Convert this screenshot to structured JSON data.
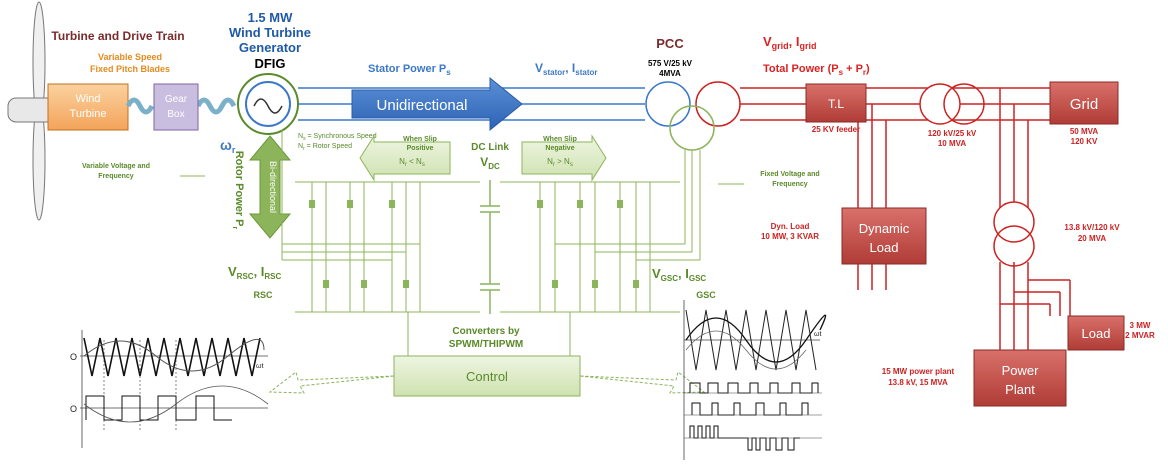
{
  "colors": {
    "blue": "#3c78c8",
    "darkblue": "#2a5caa",
    "green": "#8cb45a",
    "darkgreen": "#5a8a2a",
    "red": "#cc2222",
    "boxred": "#c0504d",
    "orange": "#e68a1e",
    "purple": "#b9a9d3",
    "navy": "#1f3b7a"
  },
  "headers": {
    "turbine_drive_train": "Turbine and Drive Train",
    "wt_line1": "1.5 MW",
    "wt_line2": "Wind Turbine",
    "wt_line3": "Generator",
    "dfig": "DFIG",
    "pcc": "PCC",
    "vgrid": "V",
    "vgrid_sub": "grid",
    "igrid": ", I",
    "igrid_sub": "grid"
  },
  "turbine": {
    "variable_speed": "Variable Speed",
    "fixed_pitch": "Fixed Pitch Blades",
    "box_line1": "Wind",
    "box_line2": "Turbine",
    "gear_line1": "Gear",
    "gear_line2": "Box",
    "omega": "ω",
    "omega_sub": "r"
  },
  "stator": {
    "power_label": "Stator Power P",
    "power_sub": "s",
    "arrow_label": "Unidirectional",
    "v": "V",
    "v_sub": "stator",
    "i": ", I",
    "i_sub": "stator"
  },
  "pcc": {
    "rating_line1": "575 V/25 kV",
    "rating_line2": "4MVA"
  },
  "grid_side": {
    "total_power": "Total Power (P",
    "tp_sub1": "s",
    "tp_mid": " + P",
    "tp_sub2": "r",
    "tp_end": ")",
    "tl": "T.L",
    "feeder": "25 KV feeder",
    "tr1_line1": "120 kV/25 kV",
    "tr1_line2": "10 MVA",
    "grid": "Grid",
    "grid_r1": "50 MVA",
    "grid_r2": "120 KV",
    "dyn_line1": "Dyn. Load",
    "dyn_line2": "10 MW, 3 KVAR",
    "dyn_box1": "Dynamic",
    "dyn_box2": "Load",
    "tr2_line1": "13.8 kV/120 kV",
    "tr2_line2": "20 MVA",
    "load": "Load",
    "load_r1": "3 MW",
    "load_r2": "2 MVAR",
    "pp_box1": "Power",
    "pp_box2": "Plant",
    "pp_line1": "15 MW power plant",
    "pp_line2": "13.8 kV, 15 MVA"
  },
  "converter": {
    "ns_line": "N",
    "ns_sub": "s",
    "ns_text": " = Synchronous Speed",
    "nr_line": "N",
    "nr_sub": "r",
    "nr_text": " = Rotor Speed",
    "slip_pos1": "When Slip",
    "slip_pos2": "Positive",
    "slip_pos3": "N",
    "slip_pos3_sub": "r",
    "slip_pos3_mid": " < N",
    "slip_pos3_sub2": "s",
    "slip_neg1": "When Slip",
    "slip_neg2": "Negative",
    "slip_neg3": "N",
    "slip_neg3_sub": "r",
    "slip_neg3_mid": " > N",
    "slip_neg3_sub2": "s",
    "dc_link": "DC Link",
    "vdc": "V",
    "vdc_sub": "DC",
    "var_volt1": "Variable Voltage and",
    "var_volt2": "Frequency",
    "fix_volt1": "Fixed Voltage and",
    "fix_volt2": "Frequency",
    "rotor_power": "Rotor Power P",
    "rotor_power_sub": "r",
    "bidirectional": "Bi-directional",
    "vrsc": "V",
    "vrsc_sub": "RSC",
    "irsc": ", I",
    "irsc_sub": "RSC",
    "rsc": "RSC",
    "vgsc": "V",
    "vgsc_sub": "GSC",
    "igsc": ", I",
    "igsc_sub": "GSC",
    "gsc": "GSC",
    "conv_line1": "Converters by",
    "conv_line2": "SPWM/THIPWM",
    "control": "Control"
  },
  "waveforms": {
    "left_axis1": "O",
    "left_axis2": "O",
    "left_wt": "ωt",
    "right_wt": "ωt"
  }
}
